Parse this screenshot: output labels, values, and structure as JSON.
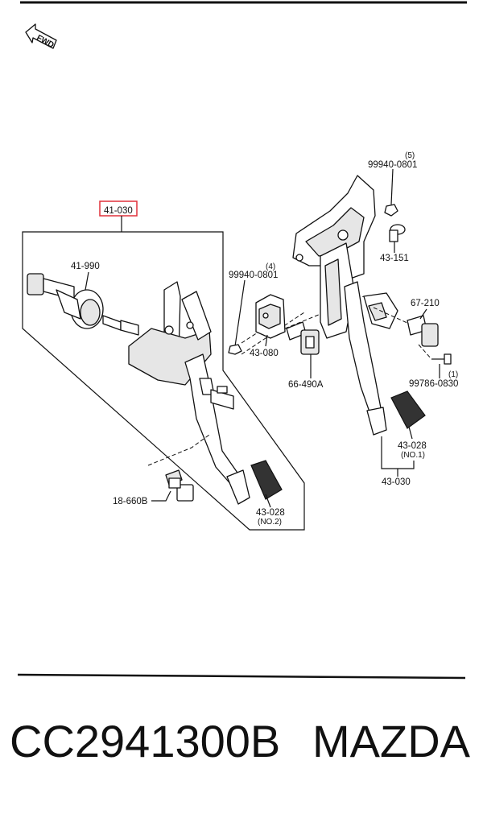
{
  "fwd_label": "FWD",
  "highlight_color": "#e0303a",
  "labels": {
    "assembly": "41-030",
    "clutch_master": "41-990",
    "nut_left": "99940-0801",
    "nut_left_qty": "(4)",
    "bracket": "43-080",
    "switch_center": "66-490A",
    "nut_top": "99940-0801",
    "nut_top_qty": "(5)",
    "bolt_top": "43-151",
    "switch_right": "67-210",
    "bolt_right": "99786-0830",
    "bolt_right_qty": "(1)",
    "pad_right": "43-028",
    "pad_right_note": "(NO.1)",
    "brake_pedal": "43-030",
    "switch_left": "18-660B",
    "pad_left": "43-028",
    "pad_left_note": "(NO.2)"
  },
  "footer": {
    "part_number": "CC2941300B",
    "brand": "MAZDA"
  }
}
